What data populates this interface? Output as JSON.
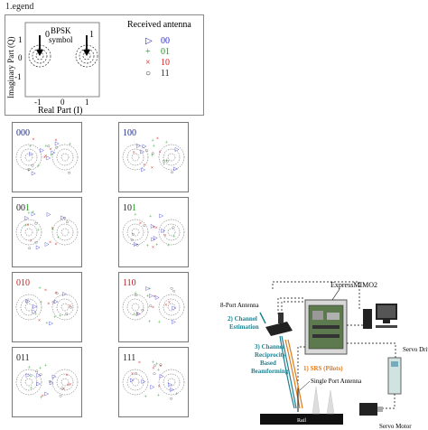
{
  "legend_section": {
    "title": "1.egend",
    "y_axis_label": "Imaginary Part (Q)",
    "x_axis_label": "Real Part (I)",
    "y_ticks": [
      "1",
      "0",
      "-1"
    ],
    "x_ticks": [
      "-1",
      "0",
      "1"
    ],
    "bpsk_label": "BPSK\nsymbol",
    "symbol_0": "0",
    "symbol_1": "1",
    "received_antenna_title": "Received antenna",
    "entries": [
      {
        "code": "00",
        "marker": "▷",
        "color": "#2a2ad0"
      },
      {
        "code": "01",
        "marker": "+",
        "color": "#1a9a1a"
      },
      {
        "code": "10",
        "marker": "×",
        "color": "#d02020"
      },
      {
        "code": "11",
        "marker": "○",
        "color": "#222222"
      }
    ]
  },
  "panels": [
    {
      "label": "000",
      "digit_colors": [
        "#1a2a8a",
        "#1a2a8a",
        "#1a2a8a"
      ]
    },
    {
      "label": "100",
      "digit_colors": [
        "#1a2a8a",
        "#1a2a8a",
        "#1a2a8a"
      ]
    },
    {
      "label": "001",
      "digit_colors": [
        "#222222",
        "#222222",
        "#1a9a1a"
      ]
    },
    {
      "label": "101",
      "digit_colors": [
        "#222222",
        "#222222",
        "#1a9a1a"
      ]
    },
    {
      "label": "010",
      "digit_colors": [
        "#c02020",
        "#c02020",
        "#c02020"
      ]
    },
    {
      "label": "110",
      "digit_colors": [
        "#c02020",
        "#c02020",
        "#c02020"
      ]
    },
    {
      "label": "011",
      "digit_colors": [
        "#222222",
        "#222222",
        "#222222"
      ]
    },
    {
      "label": "111",
      "digit_colors": [
        "#222222",
        "#222222",
        "#222222"
      ]
    }
  ],
  "setup_diagram": {
    "expressmimo": "ExpressMIMO2",
    "eight_port": "8-Port Antenna",
    "channel_estimation": "2) Channel\nEstimation",
    "reciprocity": "3) Channel\nReciprocity\nBased\nBeamforming",
    "srs": "1) SRS (Pilots)",
    "single_port": "Single Port Antenna",
    "servo_drive": "Servo Drive",
    "servo_motor": "Servo Motor",
    "rail": "Rail",
    "colors": {
      "teal": "#1f7f8f",
      "orange": "#e07a1a"
    }
  }
}
